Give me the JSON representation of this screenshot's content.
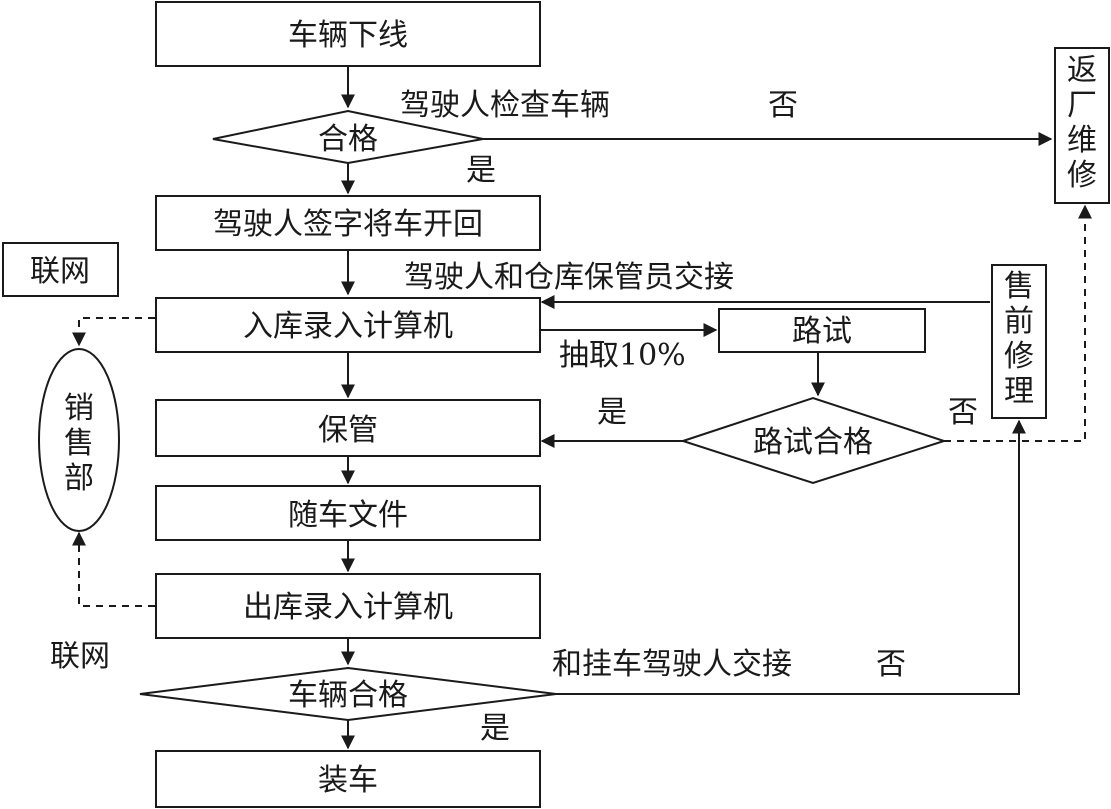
{
  "nodes": {
    "vehicle_offline": "车辆下线",
    "qualified_1": "合格",
    "driver_sign": "驾驶人签字将车开回",
    "warehouse_entry": "入库录入计算机",
    "road_test": "路试",
    "road_test_qualified": "路试合格",
    "storage": "保管",
    "vehicle_documents": "随车文件",
    "warehouse_exit": "出库录入计算机",
    "vehicle_qualified": "车辆合格",
    "loading": "装车",
    "return_repair": "返厂维修",
    "pre_sale_repair": "售前修理",
    "sales_dept": "销售部",
    "network_box": "联网"
  },
  "edge_labels": {
    "driver_inspect": "驾驶人检查车辆",
    "no_1": "否",
    "yes_1": "是",
    "handover_warehouse": "驾驶人和仓库保管员交接",
    "sample_10": "抽取10%",
    "yes_road": "是",
    "no_road": "否",
    "network_bottom": "联网",
    "handover_trailer": "和挂车驾驶人交接",
    "no_bottom": "否",
    "yes_bottom": "是"
  }
}
